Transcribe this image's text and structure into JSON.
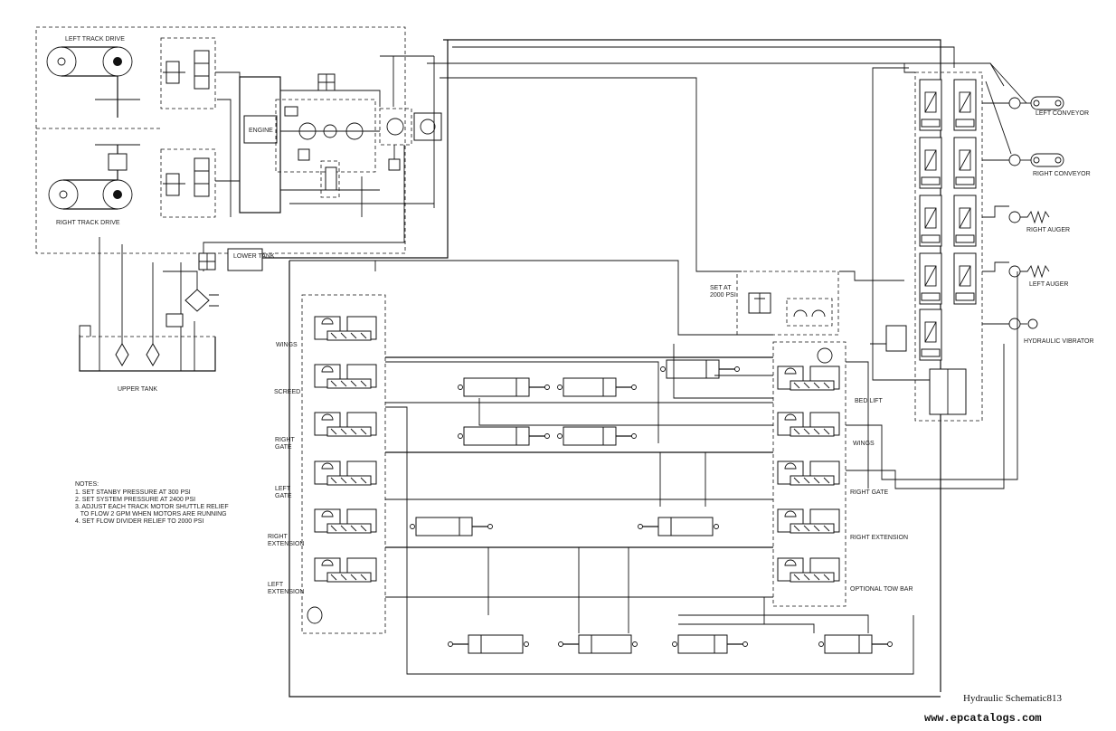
{
  "labels": {
    "left_track_drive": "LEFT TRACK DRIVE",
    "right_track_drive": "RIGHT TRACK DRIVE",
    "engine": "ENGINE",
    "lower_tank": "LOWER TANK",
    "upper_tank": "UPPER TANK",
    "set_at": "SET AT",
    "set_at_psi": "2000 PSI",
    "left_conveyor": "LEFT CONVEYOR",
    "right_conveyor": "RIGHT CONVEYOR",
    "right_auger": "RIGHT AUGER",
    "left_auger": "LEFT AUGER",
    "hydraulic_vibrator": "HYDRAULIC VIBRATOR",
    "wings_left": "WINGS",
    "screed": "SCREED",
    "right_gate_left_1": "RIGHT",
    "right_gate_left_2": "GATE",
    "left_gate_1": "LEFT",
    "left_gate_2": "GATE",
    "right_ext_1": "RIGHT",
    "right_ext_2": "EXTENSION",
    "left_ext_1": "LEFT",
    "left_ext_2": "EXTENSION",
    "bed_lift": "BED LIFT",
    "wings_right": "WINGS",
    "right_gate_right": "RIGHT GATE",
    "right_extension_right": "RIGHT EXTENSION",
    "optional_tow_bar": "OPTIONAL TOW BAR"
  },
  "notes": {
    "heading": "NOTES:",
    "lines": [
      "1. SET STANBY PRESSURE AT 300 PSI",
      "2. SET SYSTEM PRESSURE AT 2400 PSI",
      "3. ADJUST EACH TRACK MOTOR SHUTTLE RELIEF",
      "   TO FLOW 2 GPM WHEN MOTORS ARE RUNNING",
      "4. SET FLOW DIVIDER RELIEF TO 2000 PSI"
    ]
  },
  "footer": {
    "title": "Hydraulic Schematic813",
    "website": "www.epcatalogs.com"
  }
}
